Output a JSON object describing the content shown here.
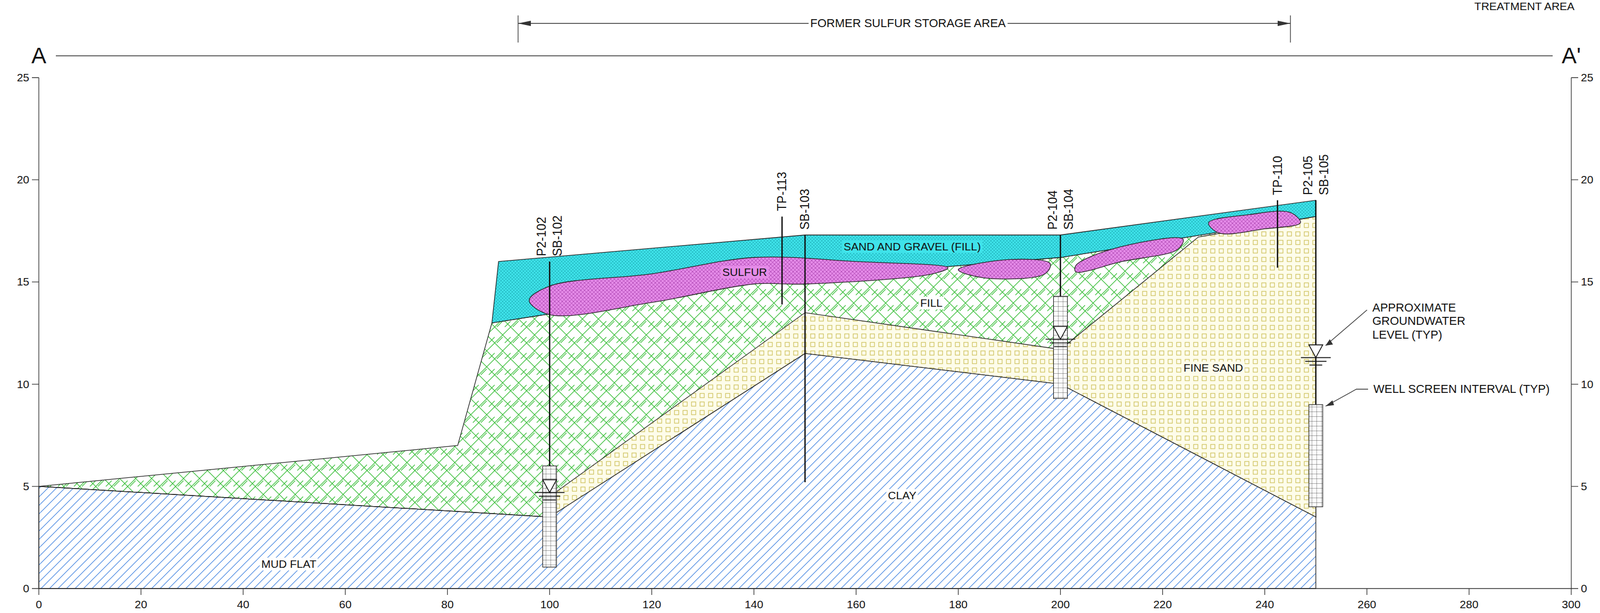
{
  "diagram": {
    "labels": [
      "TREATMENT AREA",
      "FORMER SULFUR STORAGE AREA",
      "A",
      "A'",
      "0",
      "5",
      "10",
      "15",
      "20",
      "25",
      "0",
      "5",
      "10",
      "15",
      "20",
      "25",
      "0",
      "20",
      "40",
      "60",
      "80",
      "100",
      "120",
      "140",
      "160",
      "180",
      "200",
      "220",
      "240",
      "260",
      "280",
      "300",
      "P2-102",
      "SB-102",
      "TP-113",
      "SB-103",
      "P2-104",
      "SB-104",
      "TP-110",
      "P2-105",
      "SB-105",
      "SAND AND GRAVEL (FILL)",
      "SULFUR",
      "FILL",
      "FINE SAND",
      "CLAY",
      "MUD FLAT",
      "APPROXIMATE GROUNDWATER LEVEL (TYP)",
      "WELL SCREEN INTERVAL (TYP)"
    ]
  }
}
